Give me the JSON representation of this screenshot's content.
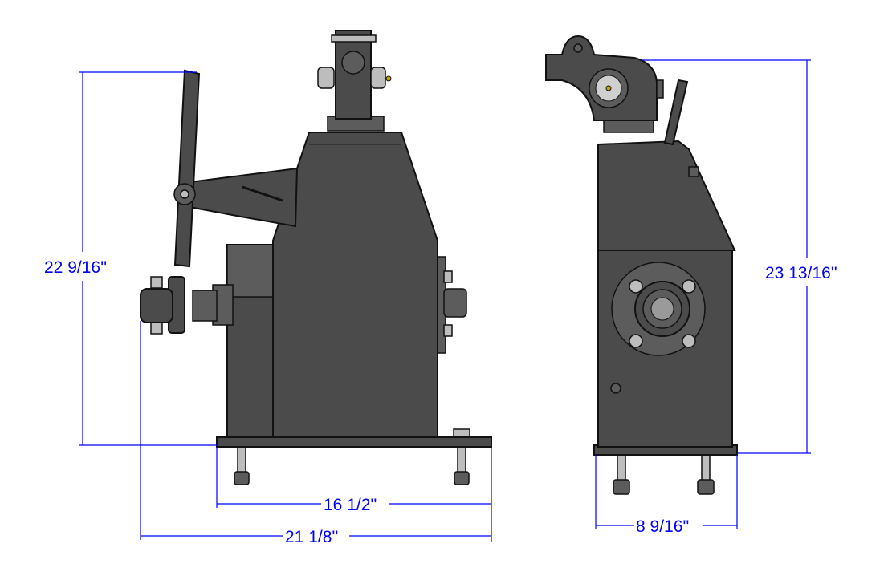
{
  "drawing": {
    "front_view": {
      "height_dimension": "22 9/16''",
      "base_width_dimension": "16 1/2''",
      "overall_width_dimension": "21 1/8''"
    },
    "side_view": {
      "height_dimension": "23 13/16''",
      "base_width_dimension": "8 9/16''"
    },
    "colors": {
      "dimension": "#0000ff",
      "body": "#4b4b4b",
      "outline": "#111111"
    }
  }
}
